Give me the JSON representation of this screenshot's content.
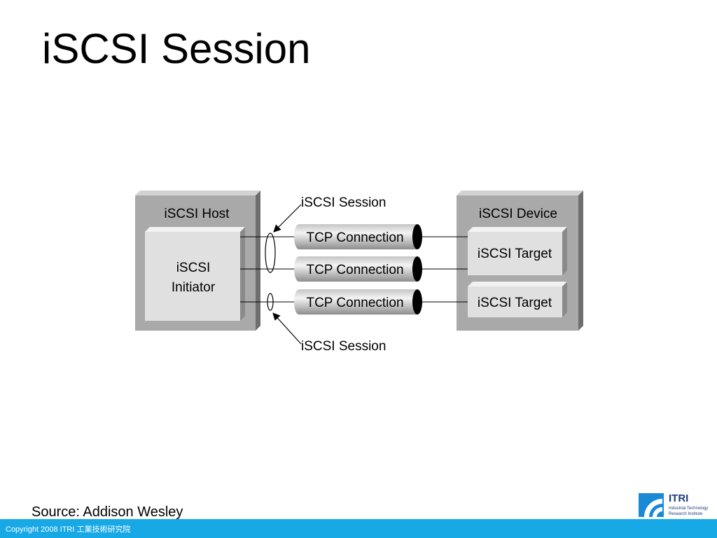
{
  "slide": {
    "title": "iSCSI Session",
    "source": "Source: Addison Wesley",
    "copyright": "Copyright 2008 ITRI 工業技術研究院"
  },
  "diagram": {
    "host": {
      "title": "iSCSI Host",
      "initiator_line1": "iSCSI",
      "initiator_line2": "Initiator"
    },
    "device": {
      "title": "iSCSI Device",
      "target1": "iSCSI Target",
      "target2": "iSCSI Target"
    },
    "connections": [
      "TCP Connection",
      "TCP Connection",
      "TCP Connection"
    ],
    "session_label_top": "iSCSI Session",
    "session_label_bottom": "iSCSI Session"
  },
  "logo": {
    "name": "ITRI",
    "subtitle_line1": "Industrial Technology",
    "subtitle_line2": "Research Institute"
  },
  "colors": {
    "footer": "#17a9e6",
    "box_outer": "#a9a9a9",
    "box_inner": "#e0e0e0",
    "logo_blue": "#1a3e7a"
  }
}
